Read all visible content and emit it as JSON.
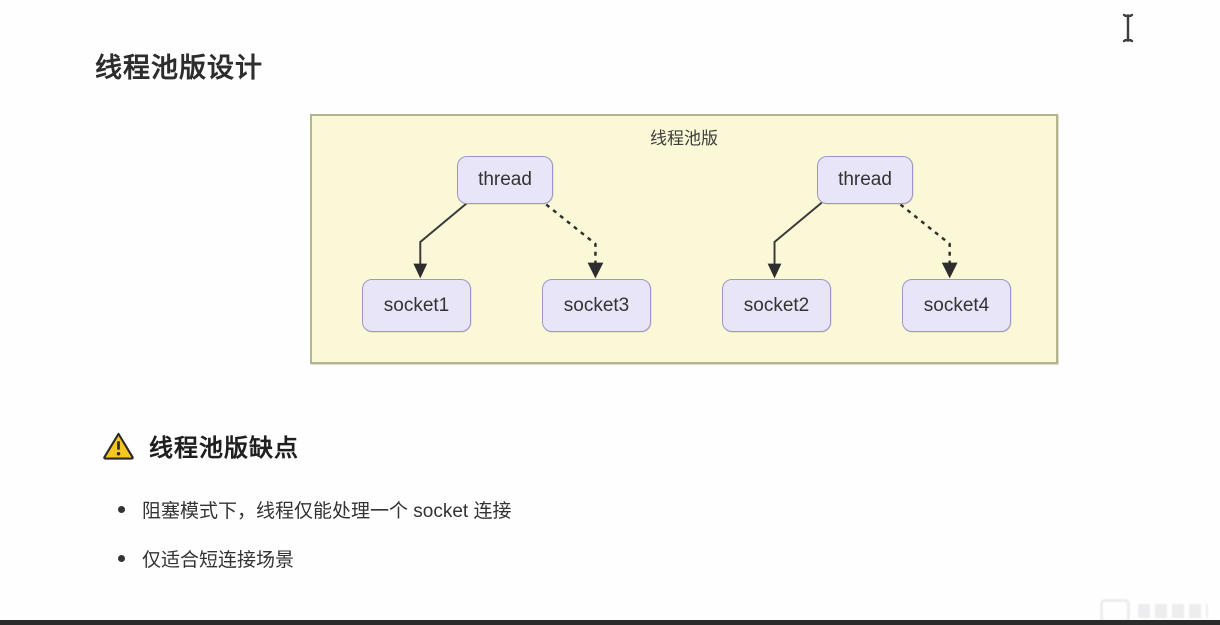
{
  "page": {
    "title": "线程池版设计"
  },
  "diagram": {
    "label": "线程池版",
    "nodes": [
      {
        "id": "thread-left",
        "label": "thread"
      },
      {
        "id": "thread-right",
        "label": "thread"
      },
      {
        "id": "socket1",
        "label": "socket1"
      },
      {
        "id": "socket3",
        "label": "socket3"
      },
      {
        "id": "socket2",
        "label": "socket2"
      },
      {
        "id": "socket4",
        "label": "socket4"
      }
    ],
    "edges": [
      {
        "from": "thread-left",
        "to": "socket1",
        "style": "solid"
      },
      {
        "from": "thread-left",
        "to": "socket3",
        "style": "dashed"
      },
      {
        "from": "thread-right",
        "to": "socket2",
        "style": "solid"
      },
      {
        "from": "thread-right",
        "to": "socket4",
        "style": "dashed"
      }
    ],
    "colors": {
      "container_bg": "#fbf8d7",
      "container_border": "#b3b58a",
      "node_bg": "#e9e5f8",
      "node_border": "#a095c9",
      "arrow": "#3a3a3a"
    }
  },
  "drawbacks": {
    "heading": "线程池版缺点",
    "icon": "warning-triangle-icon",
    "icon_color": "#f7c71f",
    "items": [
      "阻塞模式下，线程仅能处理一个 socket 连接",
      "仅适合短连接场景"
    ]
  }
}
